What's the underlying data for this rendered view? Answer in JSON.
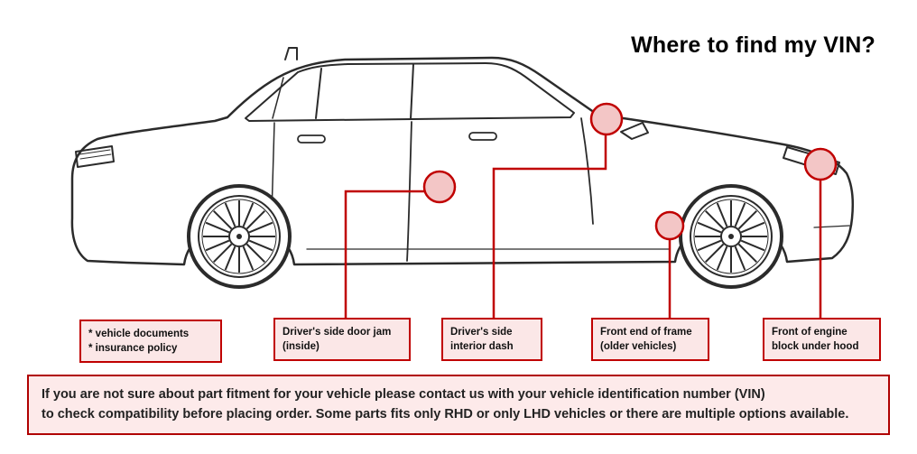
{
  "title": "Where to find my VIN?",
  "labels": {
    "documents": "* vehicle documents\n* insurance policy",
    "door_jam": "Driver's side door jam\n(inside)",
    "dash": "Driver's side\ninterior dash",
    "frame": "Front end of frame\n(older vehicles)",
    "engine": "Front of engine\nblock under hood"
  },
  "footer": "If you are not sure about part fitment for your vehicle please contact us with your vehicle identification number (VIN)\nto check compatibility before placing order. Some parts fits only RHD or only LHD vehicles or there are multiple options available.",
  "colors": {
    "accent_red": "#c00000",
    "marker_fill": "#f3c6c6",
    "label_box_bg": "#fbe7e7",
    "banner_bg": "#fdeaea",
    "line_art": "#2b2b2b"
  }
}
